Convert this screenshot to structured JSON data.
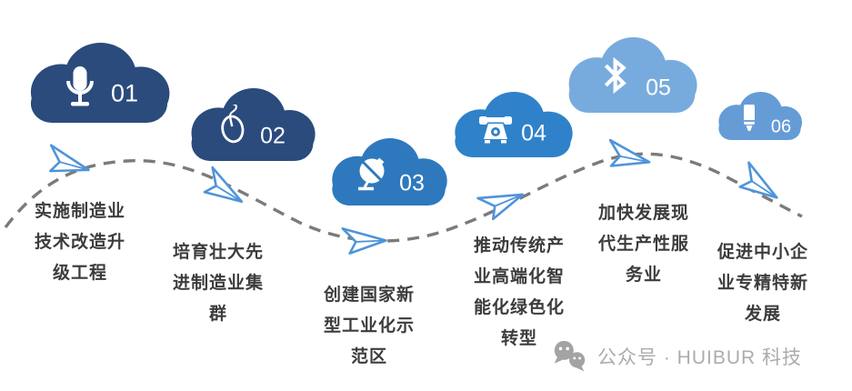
{
  "clouds": [
    {
      "number": "01",
      "icon": "microphone",
      "color": "#2b4b7d",
      "label": "实施制造业技术改造升级工程",
      "lines": [
        "实施制造业",
        "技术改造升",
        "级工程"
      ]
    },
    {
      "number": "02",
      "icon": "mouse",
      "color": "#2b4b7d",
      "label": "培育壮大先进制造业集群",
      "lines": [
        "培育壮大先",
        "进制造业集",
        "群"
      ]
    },
    {
      "number": "03",
      "icon": "satellite-dish",
      "color": "#2e79be",
      "label": "创建国家新型工业化示范区",
      "lines": [
        "创建国家新",
        "型工业化示",
        "范区"
      ]
    },
    {
      "number": "04",
      "icon": "telephone",
      "color": "#2f82c9",
      "label": "推动传统产业高端化智能化绿色化转型",
      "lines": [
        "推动传统产",
        "业高端化智",
        "能化绿色化",
        "转型"
      ]
    },
    {
      "number": "05",
      "icon": "bluetooth",
      "color": "#78abdd",
      "label": "加快发展现代生产性服务业",
      "lines": [
        "加快发展现",
        "代生产性服",
        "务业"
      ]
    },
    {
      "number": "06",
      "icon": "marker-pen",
      "color": "#659cd6",
      "label": "促进中小企业专精特新发展",
      "lines": [
        "促进中小企",
        "业专精特新",
        "发展"
      ]
    }
  ],
  "colors": {
    "plane": "#4f94d9",
    "dash": "#7b7b7b"
  },
  "watermark": {
    "icon": "wechat",
    "text": "公众号 · HUIBUR 科技"
  }
}
